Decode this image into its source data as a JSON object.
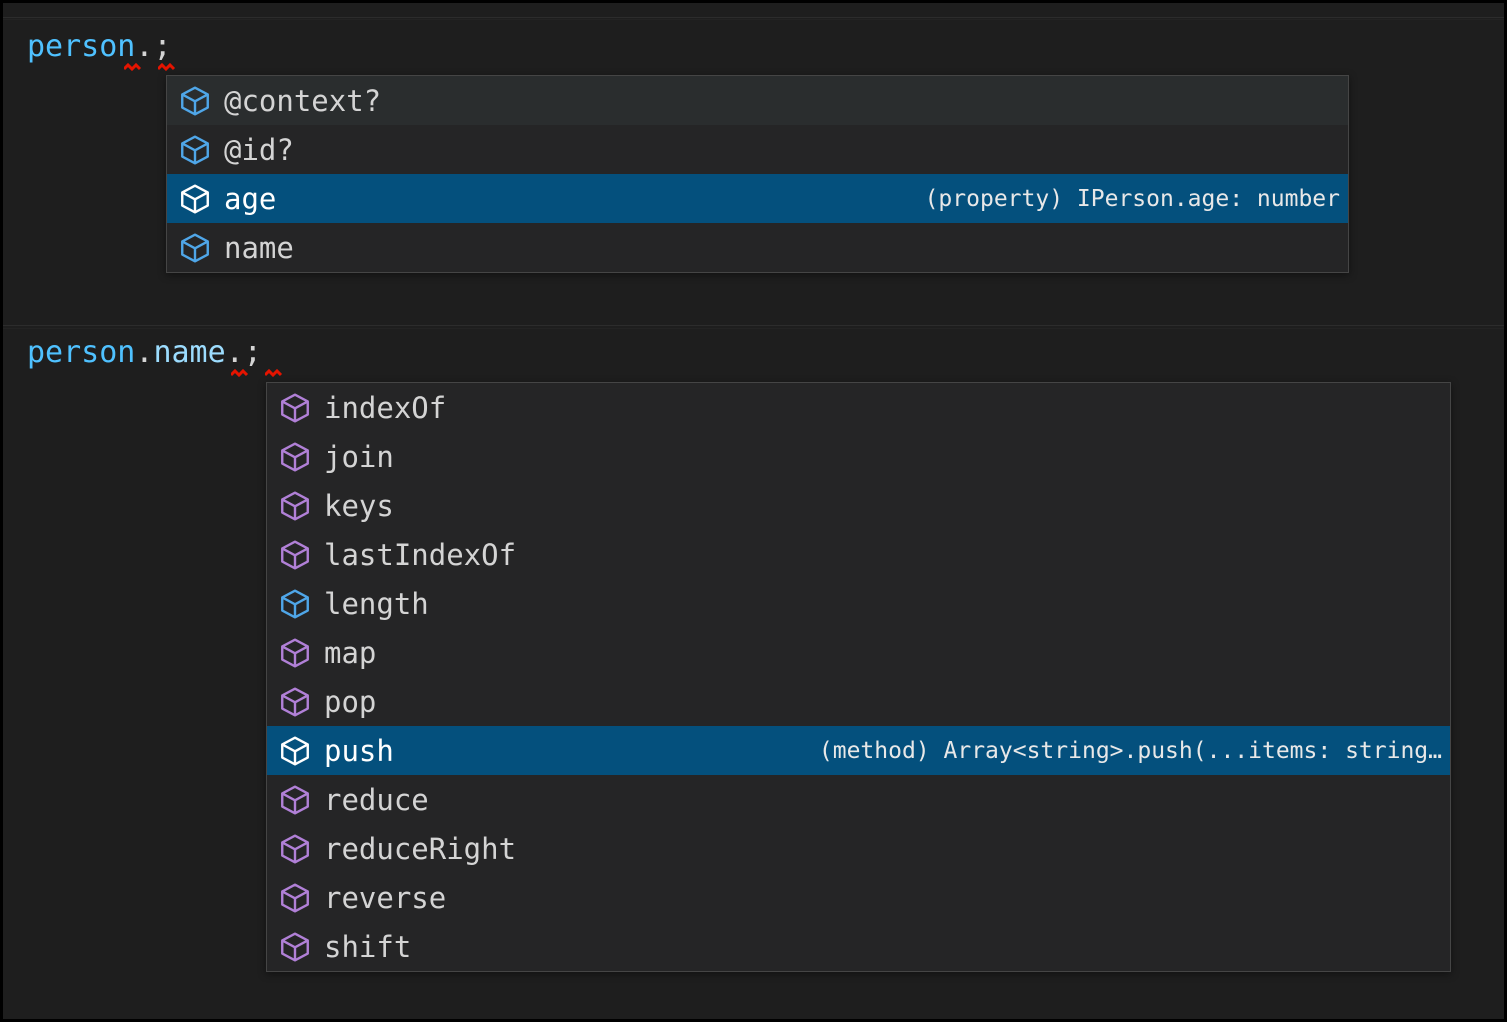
{
  "editor": {
    "theme_background": "#1e1e1e",
    "selected_row_color": "#04507d",
    "property_icon_color": "#4fa6e8",
    "method_icon_color": "#b180d7",
    "error_squiggle_color": "#e51400",
    "lines": [
      {
        "id": "line-1",
        "segments": [
          {
            "text": "person",
            "kind": "identifier"
          },
          {
            "text": ".",
            "kind": "punctuation"
          },
          {
            "text": ";",
            "kind": "punctuation"
          }
        ],
        "full_text": "person.;"
      },
      {
        "id": "line-2",
        "segments": [
          {
            "text": "person",
            "kind": "identifier"
          },
          {
            "text": ".",
            "kind": "punctuation"
          },
          {
            "text": "name",
            "kind": "property"
          },
          {
            "text": ".",
            "kind": "punctuation"
          },
          {
            "text": ";",
            "kind": "punctuation"
          }
        ],
        "full_text": "person.name.;"
      }
    ]
  },
  "popup_members": {
    "name": "suggestion-widget-person-members",
    "items": [
      {
        "label": "@context?",
        "icon": "property-cube-icon",
        "kind": "property",
        "state": "hovered",
        "detail": ""
      },
      {
        "label": "@id?",
        "icon": "property-cube-icon",
        "kind": "property",
        "state": "normal",
        "detail": ""
      },
      {
        "label": "age",
        "icon": "property-cube-icon",
        "kind": "property",
        "state": "selected",
        "detail": "(property) IPerson.age: number"
      },
      {
        "label": "name",
        "icon": "property-cube-icon",
        "kind": "property",
        "state": "normal",
        "detail": ""
      }
    ]
  },
  "popup_array": {
    "name": "suggestion-widget-array-members",
    "items": [
      {
        "label": "indexOf",
        "icon": "method-cube-icon",
        "kind": "method",
        "state": "normal",
        "detail": ""
      },
      {
        "label": "join",
        "icon": "method-cube-icon",
        "kind": "method",
        "state": "normal",
        "detail": ""
      },
      {
        "label": "keys",
        "icon": "method-cube-icon",
        "kind": "method",
        "state": "normal",
        "detail": ""
      },
      {
        "label": "lastIndexOf",
        "icon": "method-cube-icon",
        "kind": "method",
        "state": "normal",
        "detail": ""
      },
      {
        "label": "length",
        "icon": "property-cube-icon",
        "kind": "property",
        "state": "normal",
        "detail": ""
      },
      {
        "label": "map",
        "icon": "method-cube-icon",
        "kind": "method",
        "state": "normal",
        "detail": ""
      },
      {
        "label": "pop",
        "icon": "method-cube-icon",
        "kind": "method",
        "state": "normal",
        "detail": ""
      },
      {
        "label": "push",
        "icon": "method-cube-icon",
        "kind": "method",
        "state": "selected",
        "detail": "(method) Array<string>.push(...items: string…"
      },
      {
        "label": "reduce",
        "icon": "method-cube-icon",
        "kind": "method",
        "state": "normal",
        "detail": ""
      },
      {
        "label": "reduceRight",
        "icon": "method-cube-icon",
        "kind": "method",
        "state": "normal",
        "detail": ""
      },
      {
        "label": "reverse",
        "icon": "method-cube-icon",
        "kind": "method",
        "state": "normal",
        "detail": ""
      },
      {
        "label": "shift",
        "icon": "method-cube-icon",
        "kind": "method",
        "state": "normal",
        "detail": ""
      }
    ]
  }
}
